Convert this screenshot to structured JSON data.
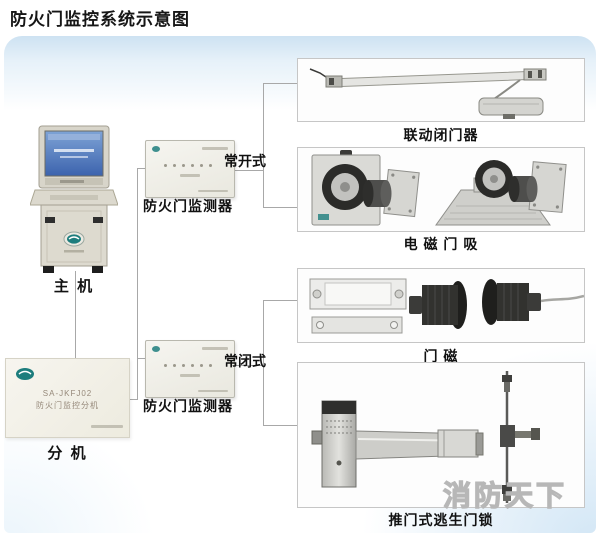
{
  "title": "防火门监控系统示意图",
  "host": {
    "caption": "主  机"
  },
  "extension": {
    "model": "SA-JKFJ02",
    "name": "防火门监控分机",
    "caption": "分  机"
  },
  "monitors": {
    "top": {
      "label": "防火门监测器",
      "mode": "常开式"
    },
    "bottom": {
      "label": "防火门监测器",
      "mode": "常闭式"
    }
  },
  "devices": {
    "door_closer": {
      "caption": "联动闭门器"
    },
    "magnetic_holder": {
      "caption": "电 磁 门 吸"
    },
    "door_contact": {
      "caption": "门 磁"
    },
    "exit_lock": {
      "caption": "推门式逃生门锁"
    }
  },
  "watermark": "消防天下",
  "colors": {
    "band_blue": "#cde2f2",
    "screen_blue": "#4a72ba",
    "connector_gray": "#a8a8a8",
    "logo_teal": "#1d7d7d"
  }
}
